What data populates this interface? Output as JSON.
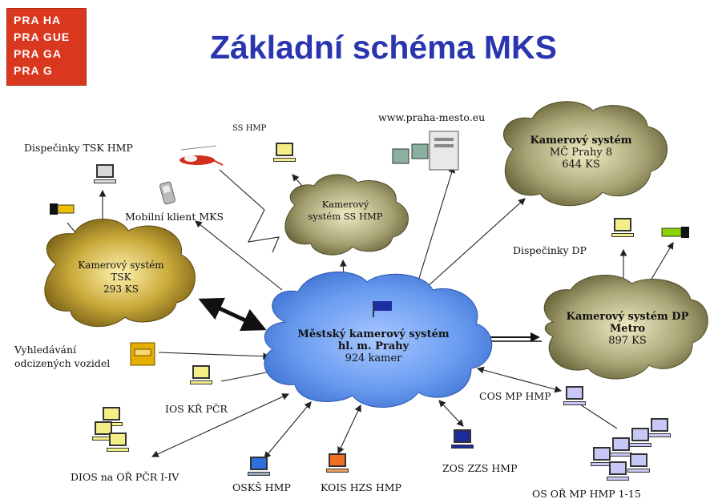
{
  "logo": {
    "lines": [
      "PRA HA",
      "PRA GUE",
      "PRA GA",
      "PRA G"
    ]
  },
  "title": "Základní schéma MKS",
  "clouds": {
    "tsk": {
      "lines": [
        "Kamerový systém",
        "TSK",
        "293 KS"
      ]
    },
    "ss": {
      "lines": [
        "Kamerový",
        "systém SS HMP"
      ]
    },
    "mc8": {
      "lines": [
        "Kamerový systém",
        "MČ Prahy 8",
        "644 KS"
      ]
    },
    "mks": {
      "lines": [
        "Městský kamerový systém",
        "hl. m. Prahy",
        "924 kamer"
      ]
    },
    "dp": {
      "lines": [
        "Kamerový systém DP",
        "Metro",
        "897 KS"
      ]
    }
  },
  "labels": {
    "dispecinky_tsk": "Dispečinky TSK HMP",
    "ss_hmp": "SS HMP",
    "web": "www.praha-mesto.eu",
    "mobil": "Mobilní klient MKS",
    "dispecinky_dp": "Dispečinky DP",
    "vyhledavani_1": "Vyhledávání",
    "vyhledavani_2": "odcizených vozidel",
    "ios": "IOS KŘ PČR",
    "cos": "COS MP HMP",
    "dios": "DIOS na OŘ PČR I-IV",
    "osks": "OSKŠ HMP",
    "kois": "KOIS HZS HMP",
    "zos": "ZOS ZZS HMP",
    "os_or": "OS OŘ MP HMP 1-15"
  },
  "colors": {
    "title": "#2a35b0",
    "logo": "#d9381e",
    "mks_cloud": "#6a9cf0",
    "gold_cloud": "#b79a2c",
    "olive_cloud": "#a7a374"
  }
}
